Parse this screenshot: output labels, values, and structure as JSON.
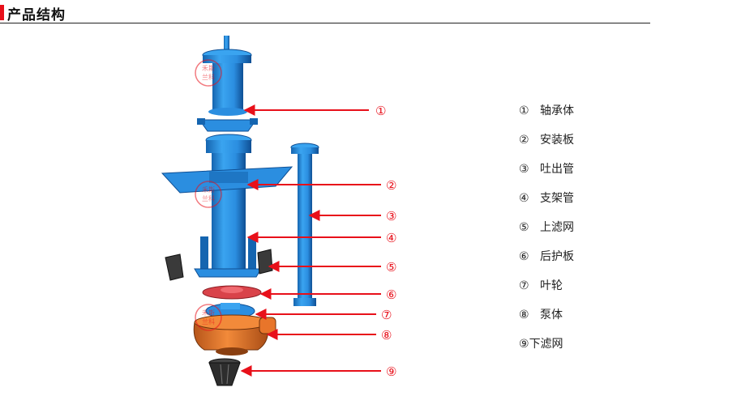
{
  "header": {
    "title": "产品结构",
    "accent_color": "#e8101a"
  },
  "watermarks": [
    {
      "line1": "禾斯",
      "line2": "兰科"
    },
    {
      "line1": "禾斯",
      "line2": "兰科"
    },
    {
      "line1": "禾斯",
      "line2": "兰科"
    }
  ],
  "callouts": [
    {
      "number": "①"
    },
    {
      "number": "②"
    },
    {
      "number": "③"
    },
    {
      "number": "④"
    },
    {
      "number": "⑤"
    },
    {
      "number": "⑥"
    },
    {
      "number": "⑦"
    },
    {
      "number": "⑧"
    },
    {
      "number": "⑨"
    }
  ],
  "legend": [
    {
      "number": "①",
      "label": "轴承体"
    },
    {
      "number": "②",
      "label": "安装板"
    },
    {
      "number": "③",
      "label": "吐出管"
    },
    {
      "number": "④",
      "label": "支架管"
    },
    {
      "number": "⑤",
      "label": "上滤网"
    },
    {
      "number": "⑥",
      "label": "后护板"
    },
    {
      "number": "⑦",
      "label": "叶轮"
    },
    {
      "number": "⑧",
      "label": "泵体"
    },
    {
      "number": "⑨",
      "label": "下滤网"
    }
  ],
  "colors": {
    "pump_blue": "#2b8ee0",
    "pump_blue_dark": "#1565b0",
    "casing_orange": "#e8752a",
    "plate_red": "#d9434a",
    "callout_red": "#e8101a"
  }
}
